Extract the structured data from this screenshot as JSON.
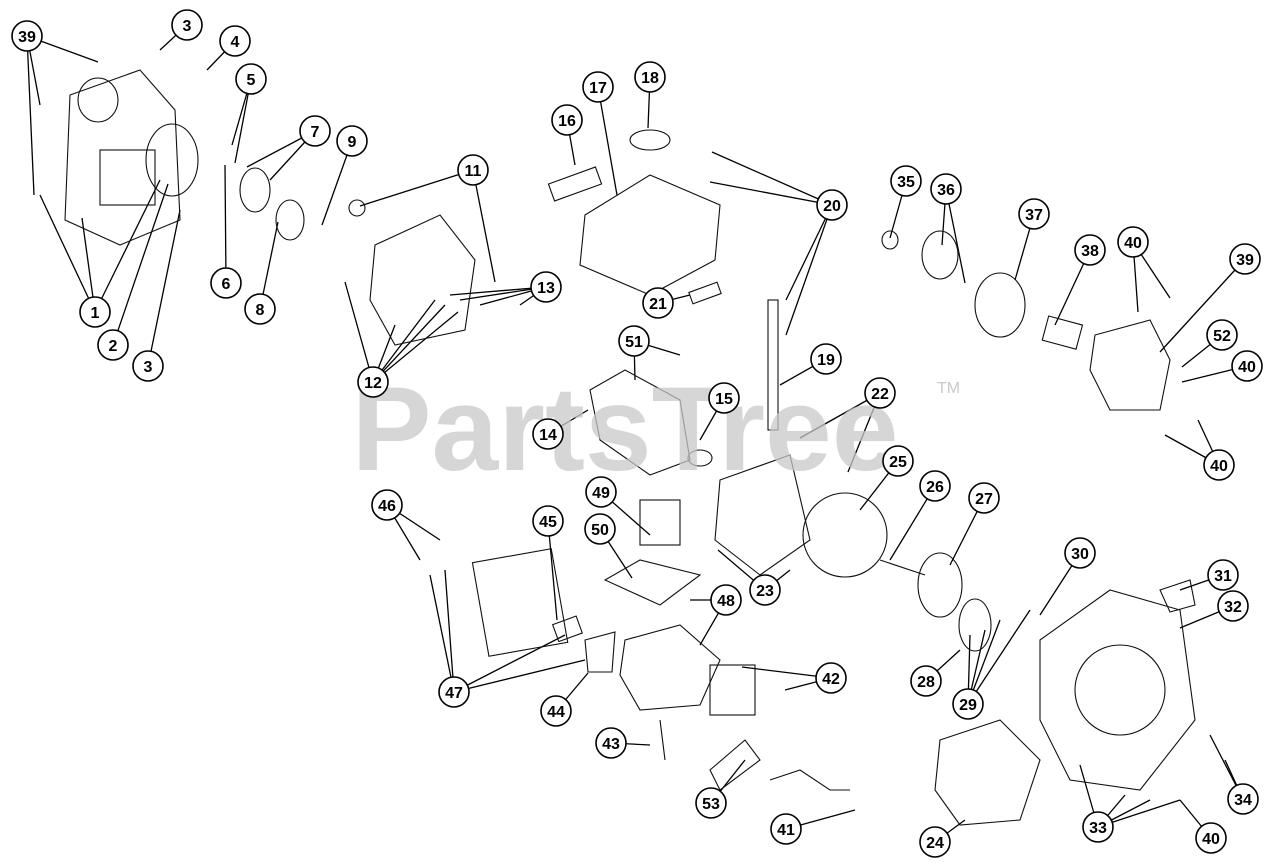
{
  "watermark": {
    "text": "PartsTree",
    "tm": "TM"
  },
  "callouts": [
    "39",
    "3",
    "4",
    "5",
    "7",
    "9",
    "11",
    "1",
    "2",
    "3",
    "6",
    "8",
    "12",
    "13",
    "16",
    "17",
    "18",
    "20",
    "21",
    "35",
    "36",
    "37",
    "38",
    "40",
    "39",
    "52",
    "40",
    "40",
    "51",
    "19",
    "14",
    "15",
    "22",
    "25",
    "26",
    "27",
    "49",
    "50",
    "48",
    "23",
    "46",
    "45",
    "47",
    "44",
    "42",
    "43",
    "53",
    "41",
    "30",
    "31",
    "32",
    "28",
    "29",
    "24",
    "33",
    "40",
    "34"
  ]
}
